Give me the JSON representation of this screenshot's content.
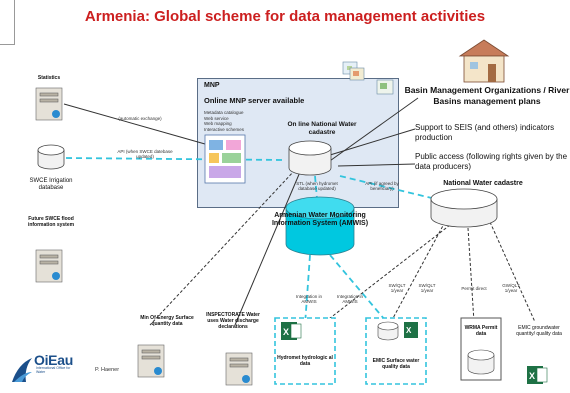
{
  "title": "Armenia: Global scheme for data management activities",
  "mnp": {
    "label": "MNP",
    "subtitle": "Online MNP server available",
    "services": [
      "Metadata catalogue",
      "Web service",
      "Web mapping",
      "Interactive schemes"
    ],
    "cadastre": "On line National Water cadastre"
  },
  "right": {
    "bmo": "Basin Management Organizations / River Basins management plans",
    "seis": "Support to  SEIS (and others) indicators production",
    "public": "Public access (following rights given by the data producers)"
  },
  "left": {
    "statistics": "Statistics",
    "swce": "SWCE Irrigation database",
    "future": "Future SWCE flood information system"
  },
  "edges": {
    "auto_exchange": "(automatic exchange)",
    "api_swce": "API (when SWCE datebase updated)",
    "stl": "STL (when hydromet database updated)",
    "api_benef": "API (if agreed by beneficiary)",
    "swqlt_rb": "SW/QLT 1/year",
    "swqlt_rb2": "SW/QLT 1/year",
    "integration1": "Integration in AMWIS",
    "integration2": "Integration in AMWIS",
    "permit_direct": "Permit direct",
    "gwqlt": "GW/QLT 1/year"
  },
  "amwis": "Armenian Water Monitoring Information System (AMWIS)",
  "national": "National Water cadastre",
  "bottom": {
    "minenergy": "Min Of Energy Surface quantity data",
    "inspectorate": "INSPECTORATE Water uses Water discharge declarations",
    "hydromet": "Hydromet hydrologic al data",
    "emic_sw": "EMIC Surface water quality data",
    "wrma": "WRMA Permit data",
    "emic_gw": "EMIC groundwater quantity/ quality data"
  },
  "logo": {
    "name": "OiEau",
    "sub": "International Office for Water"
  },
  "author": "P. Haener",
  "colors": {
    "title": "#cc1f1f",
    "amwis": "#00c8e0",
    "dash": "#33c4dd",
    "mnp_bg": "#dfe8f4"
  }
}
